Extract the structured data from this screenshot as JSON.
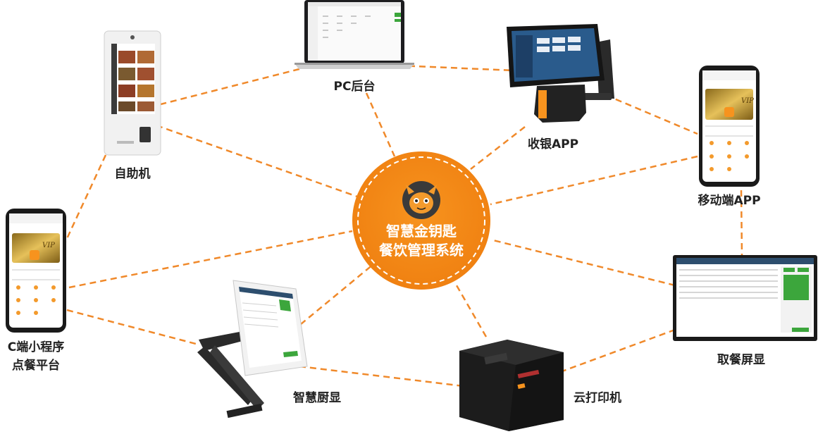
{
  "center": {
    "line1": "智慧金钥匙",
    "line2": "餐饮管理系统"
  },
  "nodes": {
    "pc": "PC后台",
    "cashier": "收银APP",
    "kiosk": "自助机",
    "mobile": "移动端APP",
    "miniapp_line1": "C端小程序",
    "miniapp_line2": "点餐平台",
    "pickup": "取餐屏显",
    "kitchen": "智慧厨显",
    "printer": "云打印机"
  },
  "devices": {
    "vip_card_text": "VIP"
  },
  "colors": {
    "orange": "#F28A12",
    "dash": "#F0892A",
    "dark": "#222222"
  }
}
